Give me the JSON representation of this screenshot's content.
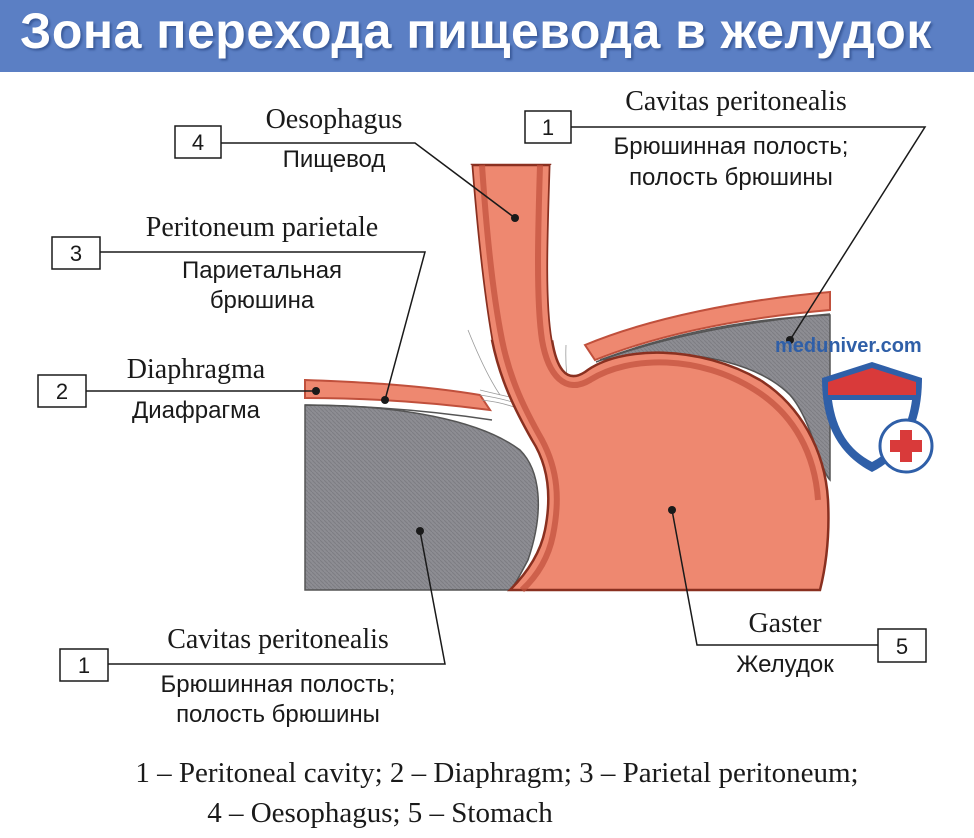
{
  "title": "Зона перехода пищевода в желудок",
  "watermark": "meduniver.com",
  "colors": {
    "title_bar": "#5b7fc4",
    "organ": "#ee8870",
    "organ_wall": "#c0503c",
    "peritoneal_cavity": "#8a8a90",
    "diaphragm": "#ee8870",
    "leader_lines": "#1a1a1a"
  },
  "labels": [
    {
      "number": "4",
      "latin": "Oesophagus",
      "russian_lines": [
        "Пищевод"
      ]
    },
    {
      "number": "1",
      "latin": "Cavitas peritonealis",
      "russian_lines": [
        "Брюшинная полость;",
        "полость брюшины"
      ]
    },
    {
      "number": "3",
      "latin": "Peritoneum parietale",
      "russian_lines": [
        "Париетальная",
        "брюшина"
      ]
    },
    {
      "number": "2",
      "latin": "Diaphragma",
      "russian_lines": [
        "Диафрагма"
      ]
    },
    {
      "number": "1",
      "latin": "Cavitas peritonealis",
      "russian_lines": [
        "Брюшинная полость;",
        "полость брюшины"
      ]
    },
    {
      "number": "5",
      "latin": "Gaster",
      "russian_lines": [
        "Желудок"
      ]
    }
  ],
  "caption": [
    "1 – Peritoneal cavity; 2 – Diaphragm; 3 – Parietal peritoneum;",
    "4 – Oesophagus; 5 – Stomach"
  ]
}
